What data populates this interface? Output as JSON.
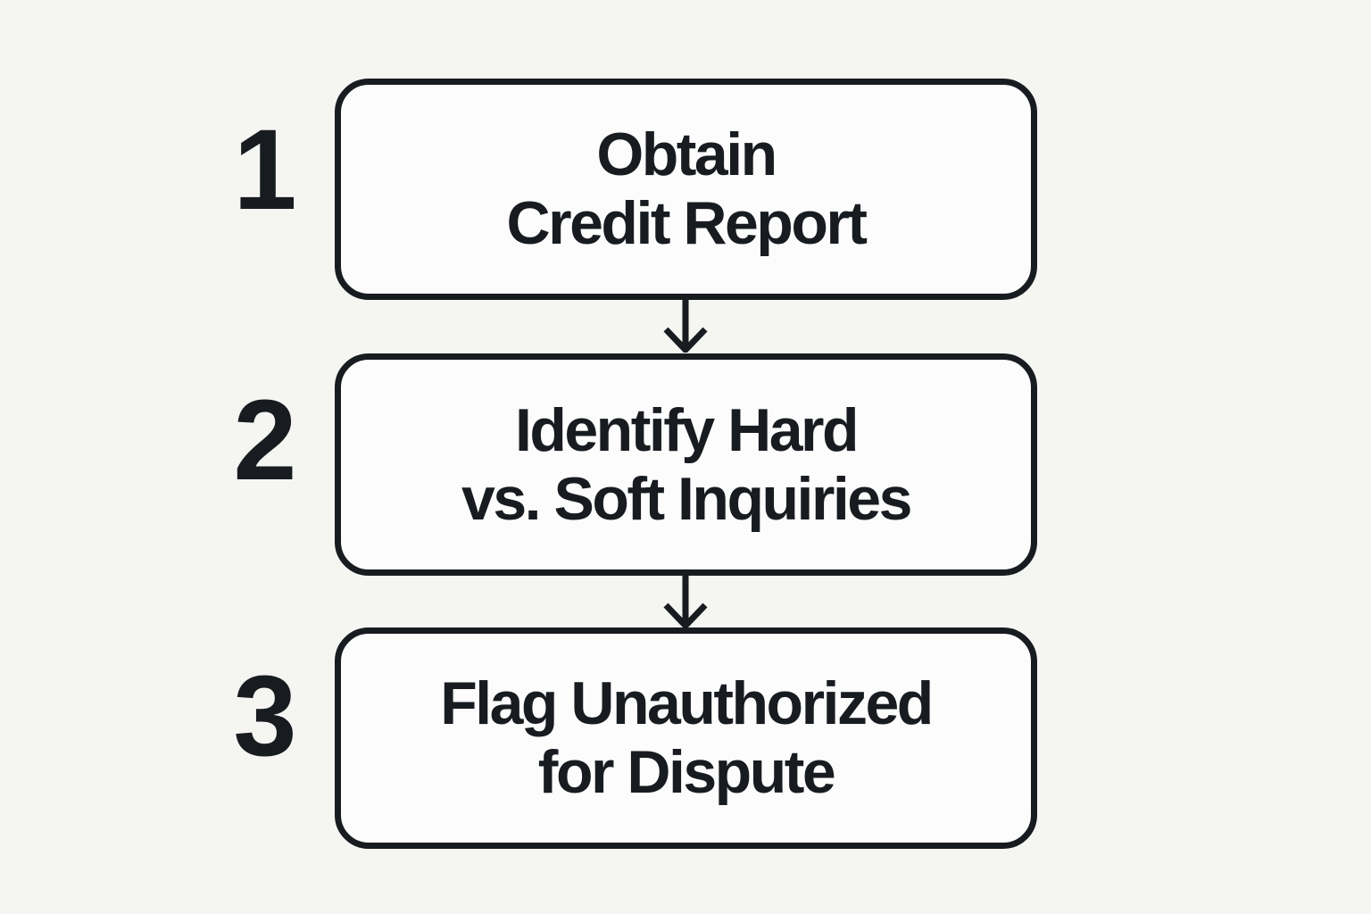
{
  "flowchart": {
    "colors": {
      "background": "#f5f5f2",
      "box_fill": "#fcfcfc",
      "ink": "#181c21"
    },
    "steps": [
      {
        "number": "1",
        "line1": "Obtain",
        "line2": "Credit Report"
      },
      {
        "number": "2",
        "line1": "Identify Hard",
        "line2": "vs. Soft Inquiries"
      },
      {
        "number": "3",
        "line1": "Flag Unauthorized",
        "line2": "for Dispute"
      }
    ]
  }
}
